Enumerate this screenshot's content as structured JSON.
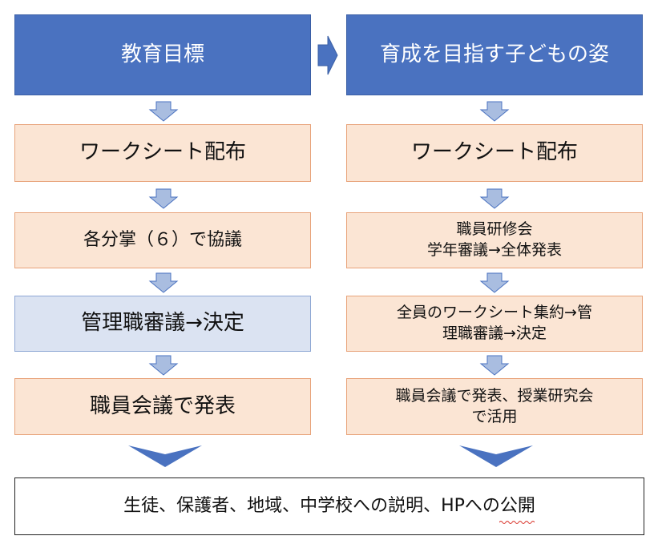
{
  "left_column": {
    "header": "教育目標",
    "steps": [
      "ワークシート配布",
      "各分掌（６）で協議",
      "管理職審議→決定",
      "職員会議で発表"
    ]
  },
  "right_column": {
    "header": "育成を目指す子どもの姿",
    "steps": [
      "ワークシート配布",
      "職員研修会\n学年審議→全体発表",
      "全員のワークシート集約→管\n理職審議→決定",
      "職員会議で発表、授業研究会\nで活用"
    ]
  },
  "final_box": "生徒、保護者、地域、中学校への説明、HPへの公開",
  "colors": {
    "header_fill": "#4a72c0",
    "peach_fill": "#fbe5d4",
    "peach_border": "#e8a37a",
    "highlight_fill": "#dbe3f2",
    "arrow_fill": "#4a72c0",
    "small_arrow_fill": "#a9bde0"
  }
}
